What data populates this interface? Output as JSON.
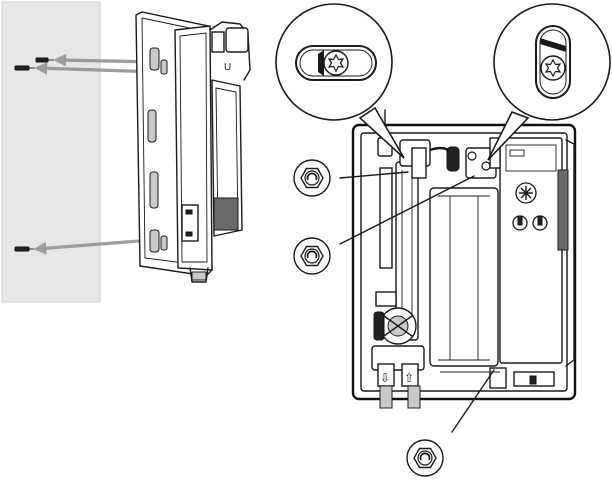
{
  "figure": {
    "labels": {
      "unit_left_marking": "U",
      "valve_symbol_left": "⇩",
      "valve_symbol_right": "⇧"
    },
    "elements": [
      "wall",
      "wall-screws",
      "mounting-arrows",
      "water-heater-side-view",
      "water-heater-front-view",
      "eccentric-adjuster-callout-left",
      "eccentric-adjuster-callout-right",
      "nut-callout-upper",
      "nut-callout-middle",
      "nut-callout-bottom"
    ],
    "colors": {
      "line": "#1a1a1a",
      "wall": "#e7e7e7",
      "arrow": "#9c9c9c",
      "part_fill": "#c9c9c9"
    }
  }
}
